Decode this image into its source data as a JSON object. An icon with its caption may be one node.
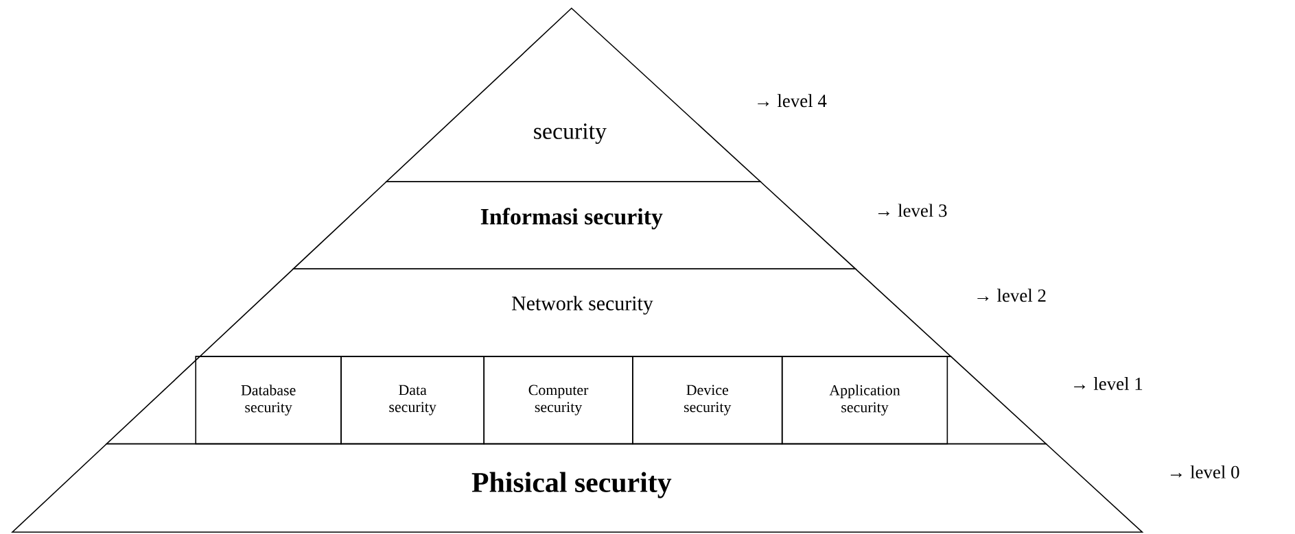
{
  "diagram": {
    "nodes": [
      {
        "text": [
          "security"
        ]
      },
      {
        "text": [
          "Informasi security"
        ]
      },
      {
        "text": [
          "Network security"
        ]
      },
      {
        "text": [],
        "shape": "trapezoid"
      },
      {
        "text": [
          "Database security"
        ],
        "in": 3
      },
      {
        "text": [
          "Data security"
        ],
        "in": 3
      },
      {
        "text": [
          "Computer security"
        ],
        "in": 3
      },
      {
        "text": [
          "Device security"
        ],
        "in": 3
      },
      {
        "text": [
          "Application security"
        ],
        "in": 3
      },
      {
        "text": [
          "Phisical security"
        ]
      }
    ],
    "labels": [
      "→ level 4",
      "→ level 3",
      "→ level 2",
      "→ level 1",
      "→ level 0"
    ]
  }
}
